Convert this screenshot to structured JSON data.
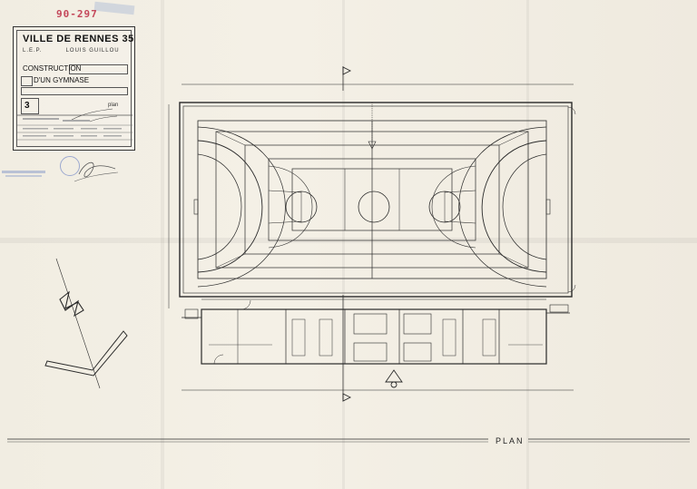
{
  "stamps": {
    "archive_number": "90-297"
  },
  "title_block": {
    "city": "VILLE  DE  RENNES  35",
    "school_prefix": "L.E.P.",
    "school_name": "LOUIS  GUILLOU",
    "project_line1": "CONSTRUCTION",
    "project_line2": "D'UN GYMNASE",
    "sheet_number": "3",
    "sheet_type": "plan"
  },
  "drawing": {
    "label": "PLAN"
  },
  "colors": {
    "paper": "#f1ede2",
    "ink": "#2a2a2a",
    "archive_stamp": "#c4475a",
    "blue_stamp": "#7f95c8"
  },
  "icons": [
    "north-arrow-icon",
    "section-marker-icon",
    "entrance-arrow-icon"
  ]
}
